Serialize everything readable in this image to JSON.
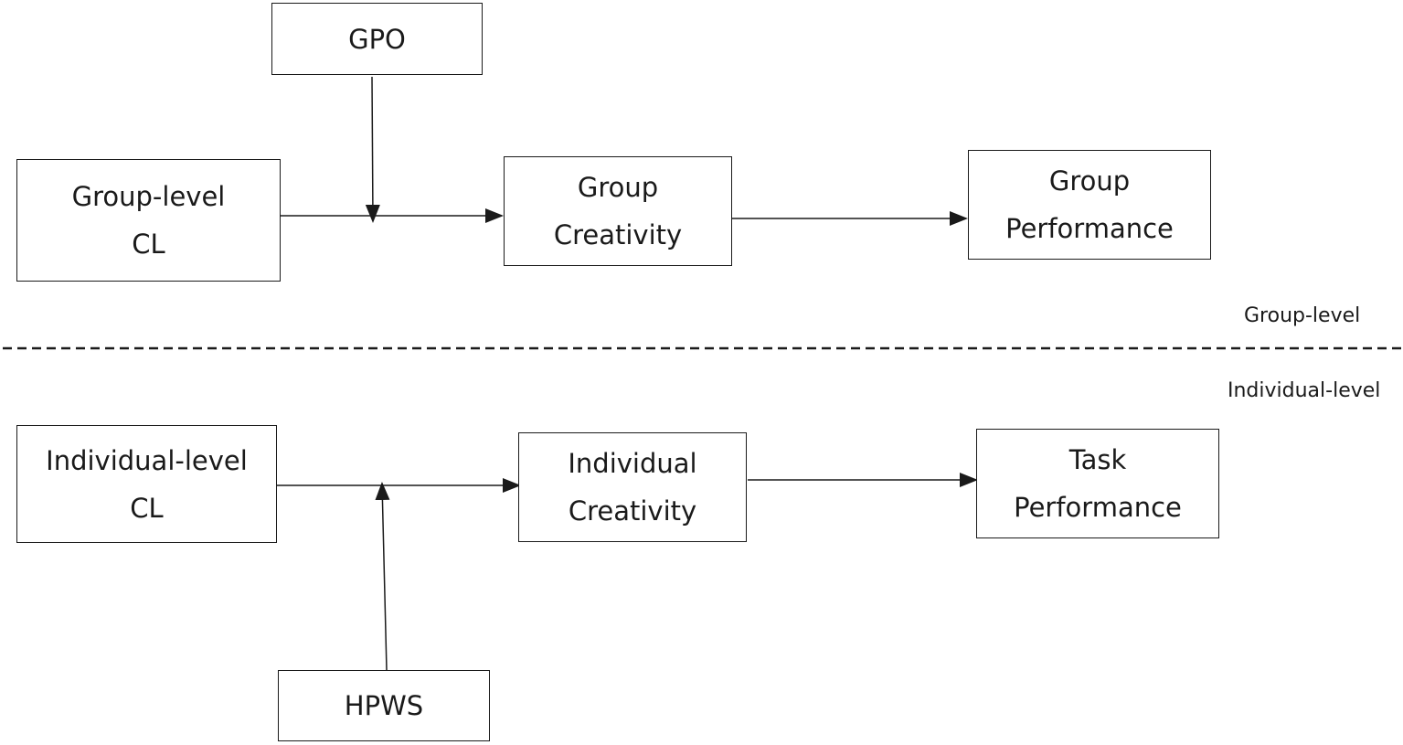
{
  "diagram": {
    "nodes": {
      "gpo": {
        "lines": [
          "GPO"
        ]
      },
      "group_cl": {
        "lines": [
          "Group-level",
          "CL"
        ]
      },
      "group_creativity": {
        "lines": [
          "Group",
          "Creativity"
        ]
      },
      "group_performance": {
        "lines": [
          "Group",
          "Performance"
        ]
      },
      "individual_cl": {
        "lines": [
          "Individual-level",
          "CL"
        ]
      },
      "individual_creativity": {
        "lines": [
          "Individual",
          "Creativity"
        ]
      },
      "task_performance": {
        "lines": [
          "Task",
          "Performance"
        ]
      },
      "hpws": {
        "lines": [
          "HPWS"
        ]
      }
    },
    "level_labels": {
      "group": "Group-level",
      "individual": "Individual-level"
    },
    "edges": [
      {
        "from": "group_cl",
        "to": "group_creativity",
        "type": "direct"
      },
      {
        "from": "gpo",
        "to": "group_cl->group_creativity",
        "type": "moderation"
      },
      {
        "from": "group_creativity",
        "to": "group_performance",
        "type": "direct"
      },
      {
        "from": "individual_cl",
        "to": "individual_creativity",
        "type": "direct"
      },
      {
        "from": "hpws",
        "to": "individual_cl->individual_creativity",
        "type": "moderation"
      },
      {
        "from": "individual_creativity",
        "to": "task_performance",
        "type": "direct"
      }
    ],
    "divider_style": "dashed"
  }
}
